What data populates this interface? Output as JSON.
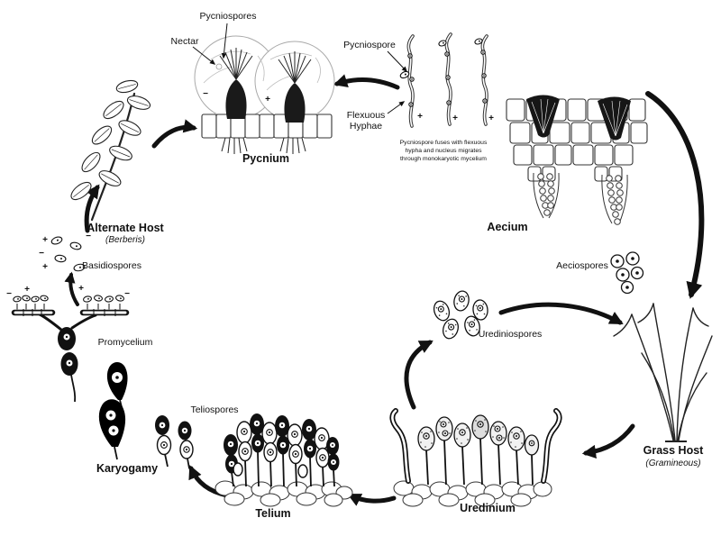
{
  "colors": {
    "ink": "#111111",
    "background": "#ffffff"
  },
  "labels": {
    "pycniospores": "Pycniospores",
    "nectar": "Nectar",
    "pycnium": "Pycnium",
    "pycniospore": "Pycniospore",
    "flexuous1": "Flexuous",
    "flexuous2": "Hyphae",
    "aecium": "Aecium",
    "aeciospores": "Aeciospores",
    "alternate_host": "Alternate Host",
    "alternate_host_genus": "(Berberis)",
    "basidiospores": "Basidiospores",
    "promycelium": "Promycelium",
    "karyogamy": "Karyogamy",
    "teliospores": "Teliospores",
    "telium": "Telium",
    "uredinium": "Uredinium",
    "urediniospores": "Urediniospores",
    "grass_host": "Grass Host",
    "grass_host_family": "(Gramineous)"
  },
  "caption": {
    "line1": "Pycniospore fuses with flexuous",
    "line2": "hypha and nucleus migrates",
    "line3": "through monokaryotic mycelium"
  },
  "signs": [
    "−",
    "+",
    "+",
    "+",
    "+",
    "+",
    "−",
    "+",
    "−",
    "−",
    "+",
    "+",
    "−"
  ]
}
